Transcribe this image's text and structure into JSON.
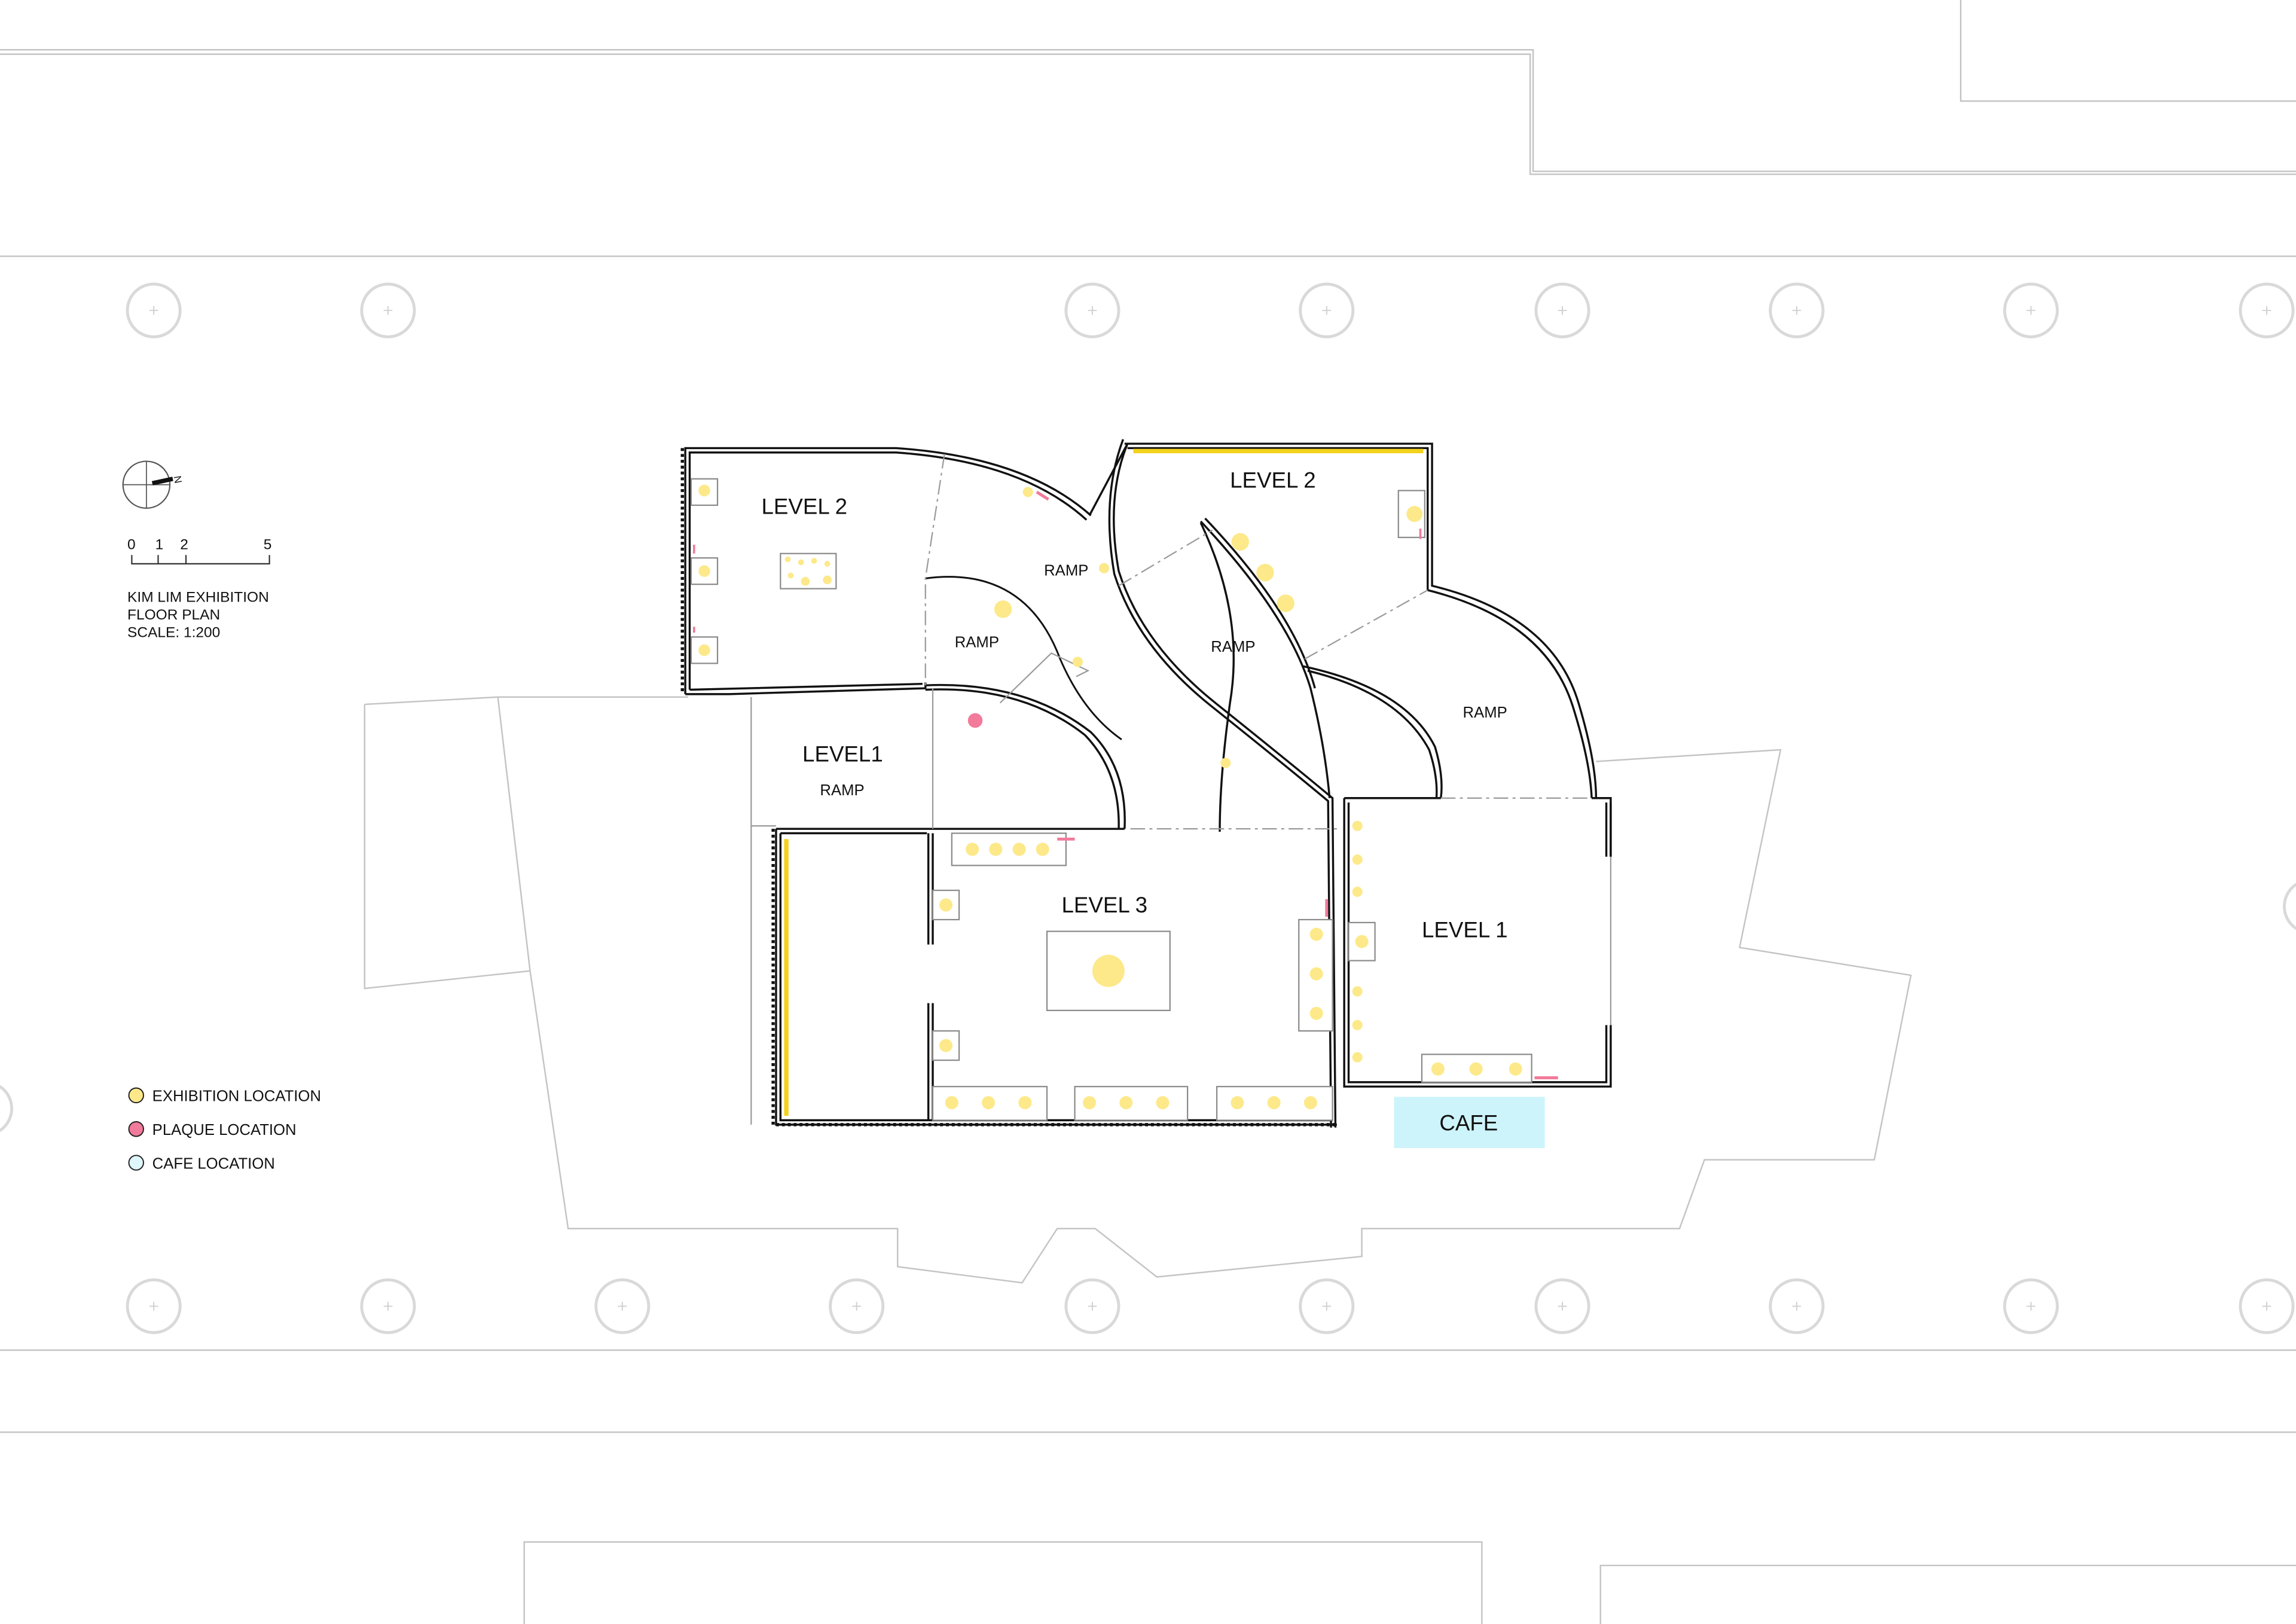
{
  "title_block": {
    "line1": "KIM LIM EXHIBITION",
    "line2": "FLOOR PLAN",
    "line3": "SCALE: 1:200"
  },
  "north_arrow": {
    "label": "N",
    "icon": "north-arrow-icon"
  },
  "scale_bar": {
    "ticks": [
      "0",
      "1",
      "2",
      "5"
    ]
  },
  "rooms": {
    "level2_west": "LEVEL 2",
    "level2_east": "LEVEL 2",
    "level1_west": "LEVEL1",
    "level3": "LEVEL 3",
    "level1_east": "LEVEL 1",
    "cafe": "CAFE"
  },
  "ramps": {
    "ramp_a": "RAMP",
    "ramp_b": "RAMP",
    "ramp_c": "RAMP",
    "ramp_d": "RAMP",
    "ramp_e": "RAMP"
  },
  "legend": {
    "items": [
      {
        "label": "EXHIBITION LOCATION",
        "color": "#fde98a"
      },
      {
        "label": "PLAQUE LOCATION",
        "color": "#f27a9a"
      },
      {
        "label": "CAFE LOCATION",
        "color": "#dff7fb"
      }
    ]
  },
  "colors": {
    "exhibition": "#fde98a",
    "exhibition_line": "#f3d21c",
    "plaque": "#f27a9a",
    "cafe": "#cdf4fb",
    "wall": "#111111",
    "context": "#b5b5b5",
    "column": "#d9d9d9"
  }
}
